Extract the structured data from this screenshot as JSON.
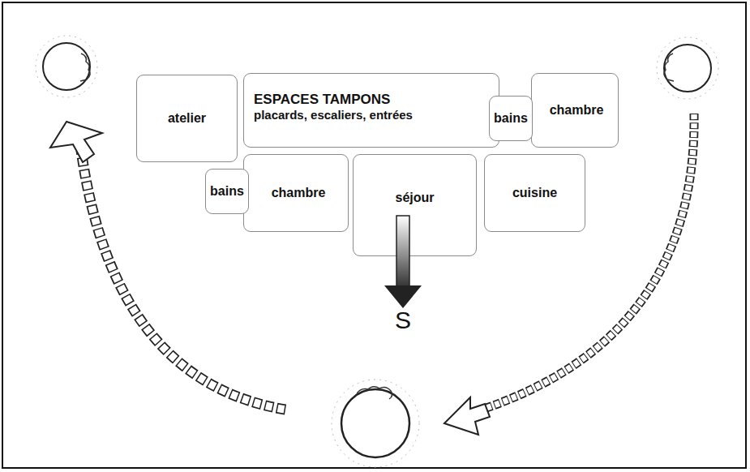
{
  "diagram": {
    "nodes": [
      {
        "text": [
          "atelier"
        ]
      },
      {
        "text": [
          "ESPACES TAMPONS",
          "placards, escaliers, entrées"
        ]
      },
      {
        "text": [
          "bains"
        ]
      },
      {
        "text": [
          "chambre"
        ]
      },
      {
        "text": [
          "bains"
        ]
      },
      {
        "text": [
          "chambre"
        ]
      },
      {
        "text": [
          "séjour"
        ]
      },
      {
        "text": [
          "cuisine"
        ]
      }
    ],
    "labels": [
      "S"
    ]
  }
}
